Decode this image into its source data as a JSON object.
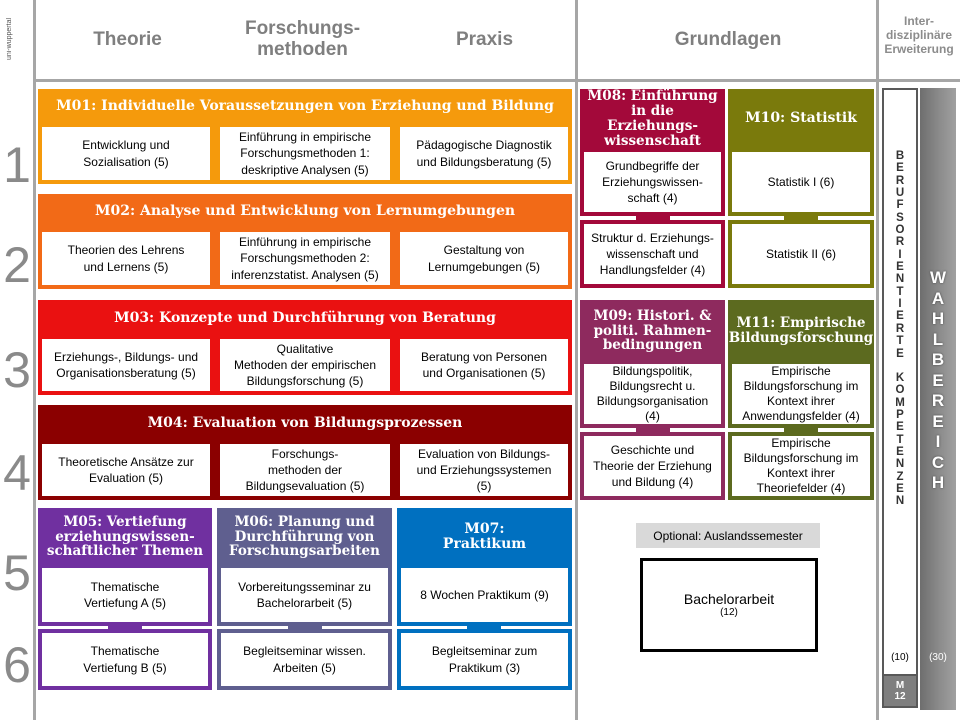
{
  "logo_text": "uni-wuppertal",
  "header": {
    "theorie": "Theorie",
    "forschung": "Forschungs-\nmethoden",
    "praxis": "Praxis",
    "grundlagen": "Grundlagen",
    "inter": "Inter-\ndisziplinäre\nErweiterung"
  },
  "rows": [
    "1",
    "2",
    "3",
    "4",
    "5",
    "6"
  ],
  "colors": {
    "m01": "#f59a0c",
    "m02": "#f26a17",
    "m03": "#ea1111",
    "m04": "#8b0000",
    "m05": "#7030a0",
    "m06": "#5f5f8f",
    "m07": "#0070c0",
    "m08": "#a3093a",
    "m09": "#8e2a5e",
    "m10": "#7a7a0c",
    "m11": "#5c6a1f",
    "kompetenzen_dark": "#595959",
    "wahl": "#808080"
  },
  "m01": {
    "title": "M01: Individuelle Voraussetzungen von Erziehung und Bildung",
    "c1": "Entwicklung und\nSozialisation (5)",
    "c2": "Einführung in empirische\nForschungsmethoden 1:\ndeskriptive Analysen (5)",
    "c3": "Pädagogische Diagnostik\nund Bildungsberatung (5)"
  },
  "m02": {
    "title": "M02: Analyse und Entwicklung von Lernumgebungen",
    "c1": "Theorien des Lehrens\nund Lernens (5)",
    "c2": "Einführung in empirische\nForschungsmethoden 2:\ninferenzstatist. Analysen (5)",
    "c3": "Gestaltung von\nLernumgebungen (5)"
  },
  "m03": {
    "title": "M03: Konzepte und Durchführung von Beratung",
    "c1": "Erziehungs-, Bildungs- und\nOrganisationsberatung (5)",
    "c2": "Qualitative\nMethoden der empirischen\nBildungsforschung (5)",
    "c3": "Beratung von Personen\nund Organisationen (5)"
  },
  "m04": {
    "title": "M04: Evaluation von Bildungsprozessen",
    "c1": "Theoretische Ansätze zur\nEvaluation (5)",
    "c2": "Forschungs-\nmethoden der\nBildungsevaluation (5)",
    "c3": "Evaluation von Bildungs-\nund Erziehungssystemen\n(5)"
  },
  "m05": {
    "title": "M05: Vertiefung\nerziehungswissen-\nschaftlicher Themen",
    "c1": "Thematische\nVertiefung A (5)",
    "c2": "Thematische\nVertiefung B (5)"
  },
  "m06": {
    "title": "M06: Planung und\nDurchführung von\nForschungsarbeiten",
    "c1": "Vorbereitungsseminar zu\nBachelorarbeit (5)",
    "c2": "Begleitseminar wissen.\nArbeiten (5)"
  },
  "m07": {
    "title": "M07:\nPraktikum",
    "c1": "8 Wochen Praktikum (9)",
    "c2": "Begleitseminar zum\nPraktikum (3)"
  },
  "m08": {
    "title": "M08: Einführung\nin die Erziehungs-\nwissenschaft",
    "c1": "Grundbegriffe der\nErziehungswissen-\nschaft (4)",
    "c2": "Struktur d. Erziehungs-\nwissenschaft und\nHandlungsfelder (4)"
  },
  "m09": {
    "title": "M09: Histori. &\npoliti. Rahmen-\nbedingungen",
    "c1": "Bildungspolitik,\nBildungsrecht u.\nBildungsorganisation\n(4)",
    "c2": "Geschichte und\nTheorie der Erziehung\nund Bildung (4)"
  },
  "m10": {
    "title": "M10: Statistik",
    "c1": "Statistik I (6)",
    "c2": "Statistik II (6)"
  },
  "m11": {
    "title": "M11: Empirische\nBildungsforschung",
    "c1": "Empirische\nBildungsforschung im\nKontext ihrer\nAnwendungsfelder (4)",
    "c2": "Empirische\nBildungsforschung im\nKontext ihrer\nTheoriefelder (4)"
  },
  "optional": "Optional: Auslandssemester",
  "bachelor": {
    "title": "Bachelorarbeit",
    "cp": "(12)"
  },
  "kompetenzen": {
    "word1": "BERUFSORIENTIERTE",
    "word2": "KOMPETENZEN",
    "cp": "(10)",
    "module": "M\n12"
  },
  "wahl": {
    "word": "WAHLBEREICH",
    "cp": "(30)"
  }
}
